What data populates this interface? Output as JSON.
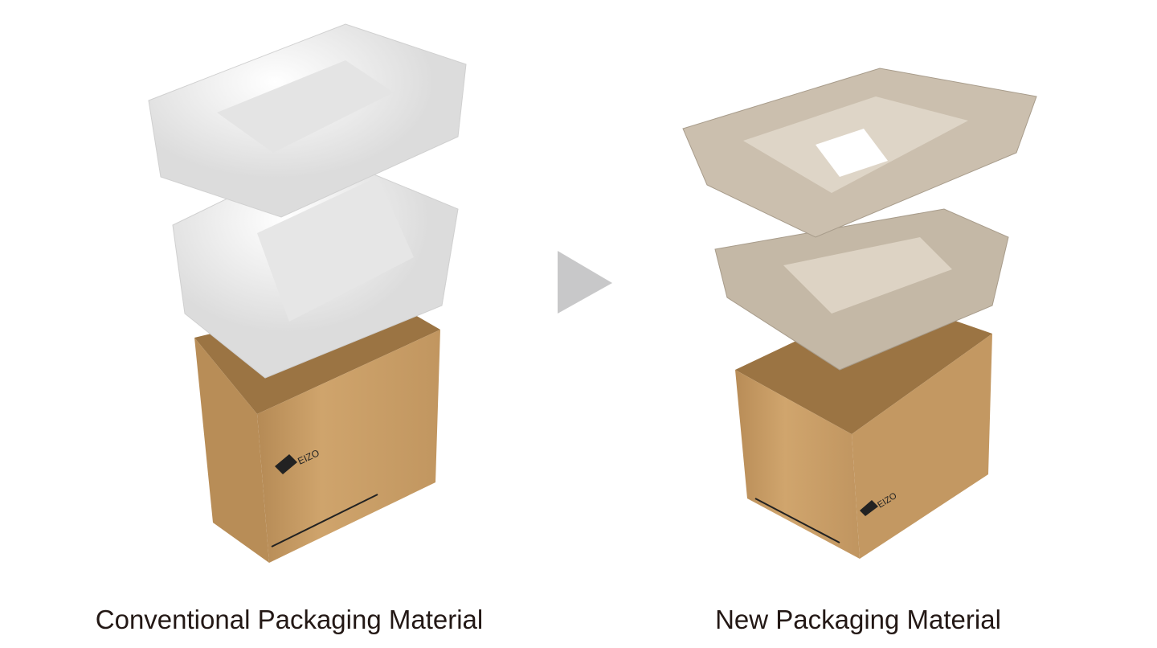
{
  "left": {
    "caption": "Conventional Packaging Material",
    "logo_text": "EIZO",
    "colors": {
      "foam": "#f2f2f2",
      "box": "#c9a06a"
    }
  },
  "right": {
    "caption": "New Packaging Material",
    "logo_text": "EIZO",
    "colors": {
      "pulp": "#cbbfae",
      "box": "#c9a06a"
    }
  },
  "arrow": {
    "icon": "play-triangle-icon",
    "color": "#c8c8c9"
  }
}
